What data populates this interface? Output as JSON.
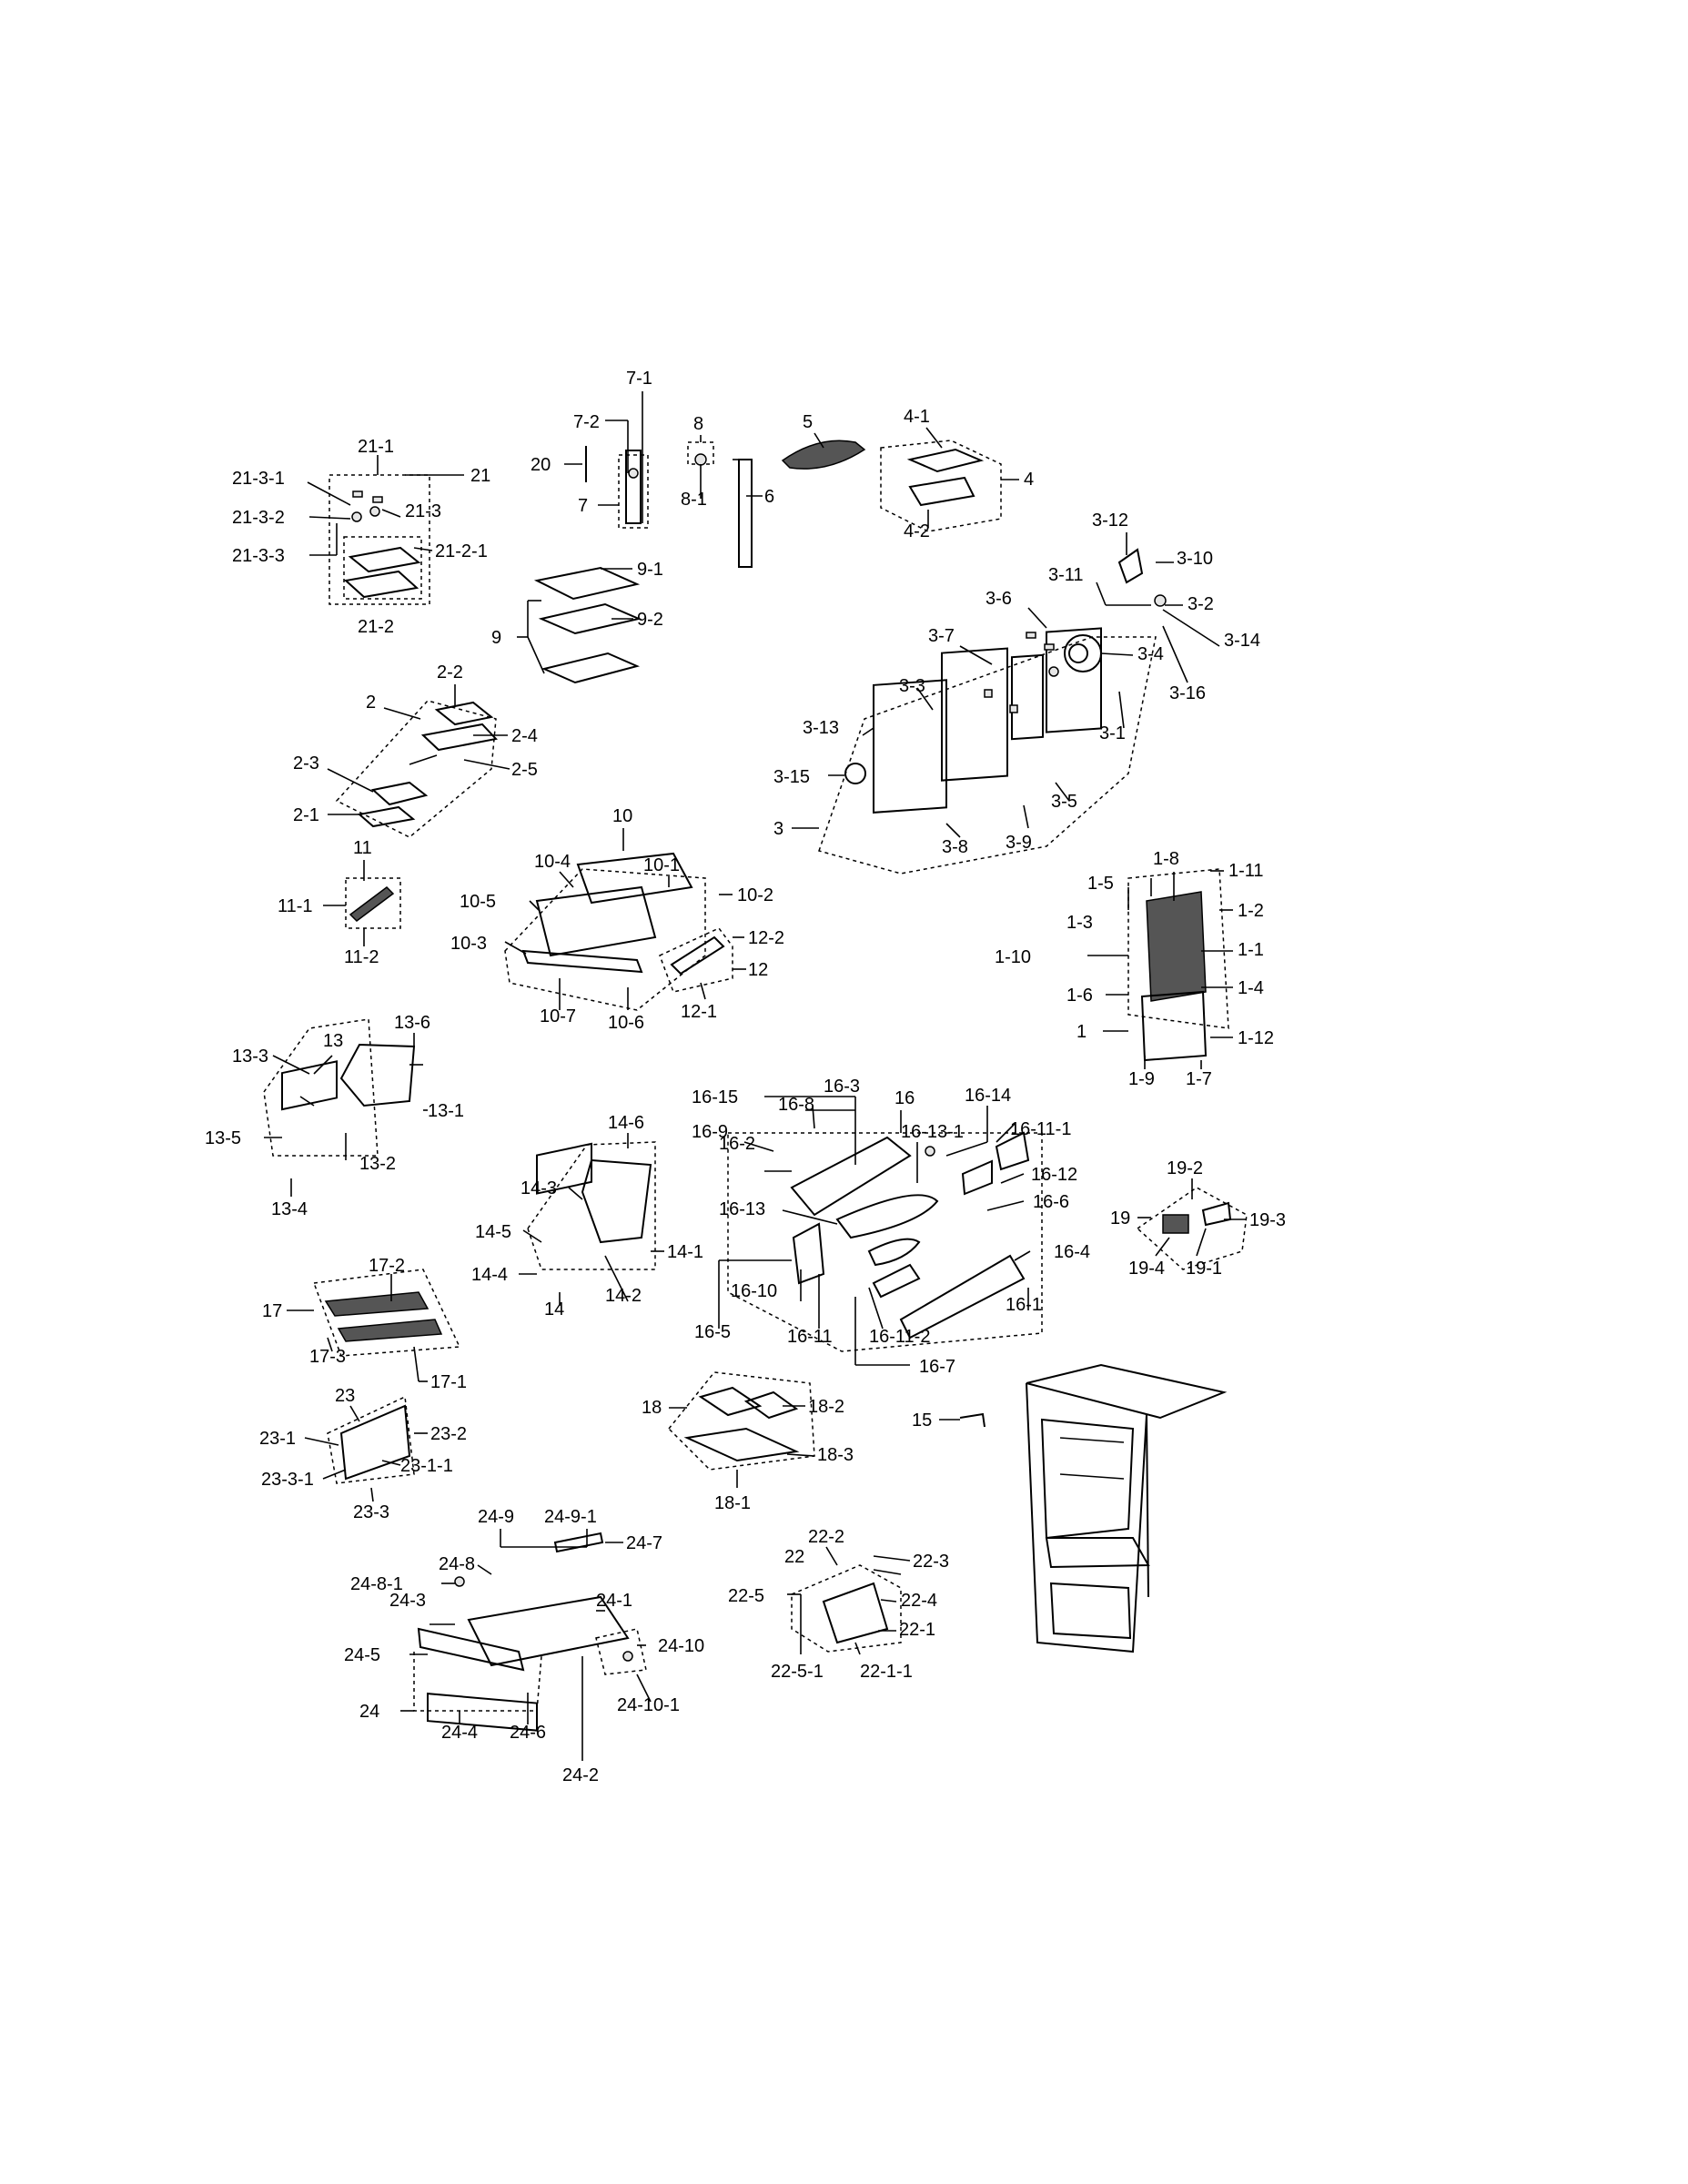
{
  "labels": [
    "1",
    "1-1",
    "1-2",
    "1-3",
    "1-4",
    "1-5",
    "1-6",
    "1-7",
    "1-8",
    "1-9",
    "1-10",
    "1-11",
    "1-12",
    "2",
    "2-1",
    "2-2",
    "2-3",
    "2-4",
    "2-5",
    "3",
    "3-1",
    "3-2",
    "3-3",
    "3-4",
    "3-5",
    "3-6",
    "3-7",
    "3-8",
    "3-9",
    "3-10",
    "3-11",
    "3-12",
    "3-13",
    "3-14",
    "3-15",
    "3-16",
    "4",
    "4-1",
    "4-2",
    "5",
    "6",
    "7",
    "7-1",
    "7-2",
    "8",
    "8-1",
    "9",
    "9-1",
    "9-2",
    "10",
    "10-1",
    "10-2",
    "10-3",
    "10-4",
    "10-5",
    "10-6",
    "10-7",
    "11",
    "11-1",
    "11-2",
    "12",
    "12-1",
    "12-2",
    "13",
    "13-1",
    "13-2",
    "13-3",
    "13-4",
    "13-5",
    "13-6",
    "14",
    "14-1",
    "14-2",
    "14-3",
    "14-4",
    "14-5",
    "14-6",
    "15",
    "16",
    "16-1",
    "16-2",
    "16-3",
    "16-4",
    "16-5",
    "16-6",
    "16-7",
    "16-8",
    "16-9",
    "16-10",
    "16-11",
    "16-11-1",
    "16-11-2",
    "16-12",
    "16-13",
    "16-13-1",
    "16-14",
    "16-15",
    "17",
    "17-1",
    "17-2",
    "17-3",
    "18",
    "18-1",
    "18-2",
    "18-3",
    "19",
    "19-1",
    "19-2",
    "19-3",
    "19-4",
    "20",
    "21",
    "21-1",
    "21-2",
    "21-2-1",
    "21-3",
    "21-3-1",
    "21-3-2",
    "21-3-3",
    "22",
    "22-1",
    "22-1-1",
    "22-2",
    "22-3",
    "22-4",
    "22-5",
    "22-5-1",
    "23",
    "23-1",
    "23-1-1",
    "23-2",
    "23-3",
    "23-3-1",
    "24",
    "24-1",
    "24-2",
    "24-3",
    "24-4",
    "24-5",
    "24-6",
    "24-7",
    "24-8",
    "24-8-1",
    "24-9",
    "24-9-1",
    "24-10",
    "24-10-1"
  ]
}
